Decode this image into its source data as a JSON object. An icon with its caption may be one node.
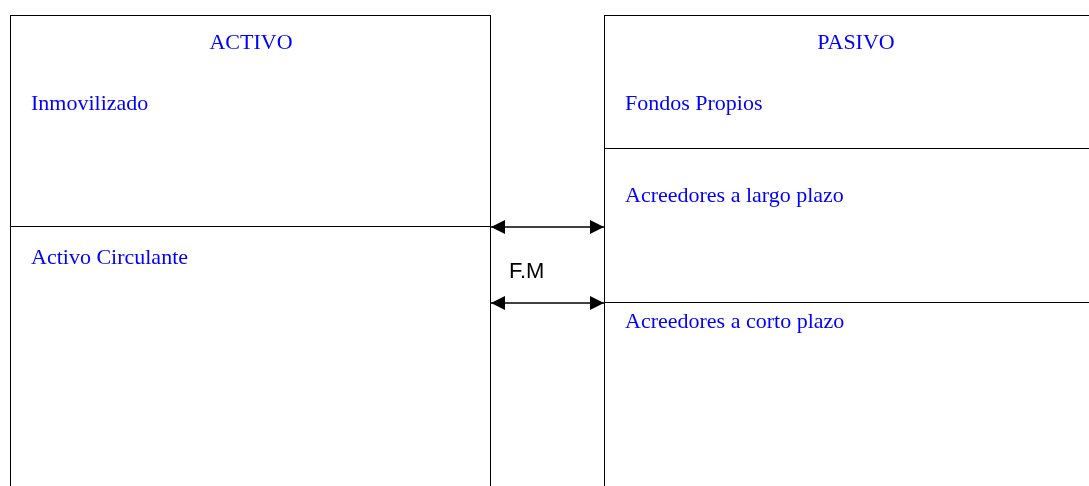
{
  "diagram": {
    "nodes": [
      {
        "text": [
          "ACTIVO",
          "Inmovilizado"
        ]
      },
      {
        "text": [
          "Activo Circulante"
        ]
      },
      {
        "text": [
          "PASIVO",
          "Fondos Propios"
        ]
      },
      {
        "text": [
          "Acreedores a largo plazo"
        ]
      },
      {
        "text": [
          "Acreedores a corto plazo"
        ]
      }
    ],
    "edges": [
      {
        "from": 1,
        "to": 3,
        "arrow": "both"
      },
      {
        "from": 1,
        "to": 4,
        "arrow": "both"
      }
    ],
    "labels": [
      "F.M"
    ]
  }
}
